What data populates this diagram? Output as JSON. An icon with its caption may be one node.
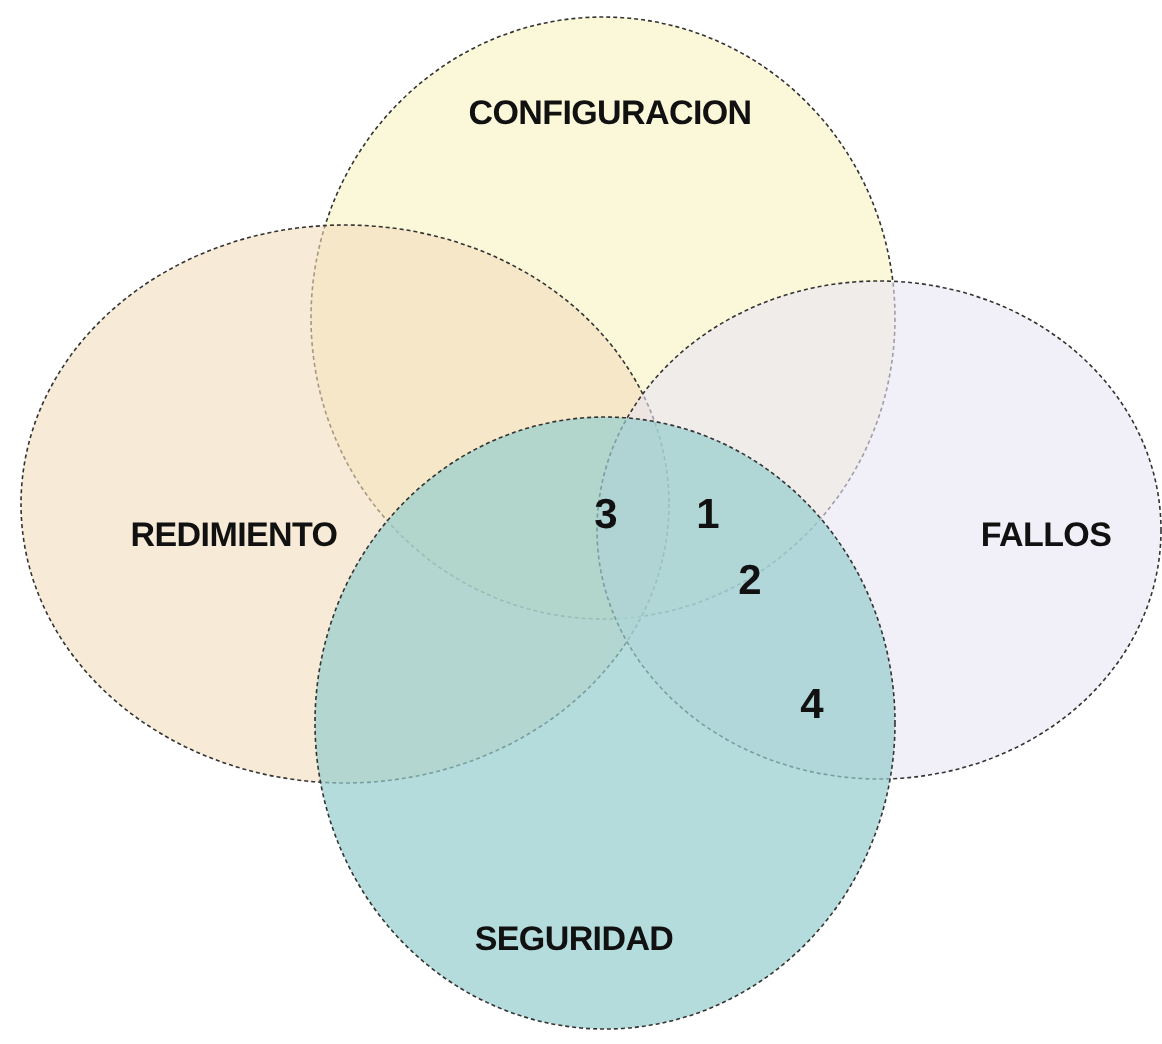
{
  "diagram": {
    "nodes": [
      {
        "text": [
          "CONFIGURACION"
        ]
      },
      {
        "text": [
          "REDIMIENTO"
        ]
      },
      {
        "text": [
          "FALLOS"
        ]
      },
      {
        "text": [
          "SEGURIDAD"
        ]
      }
    ],
    "labels": [
      "3",
      "1",
      "2",
      "4"
    ]
  }
}
